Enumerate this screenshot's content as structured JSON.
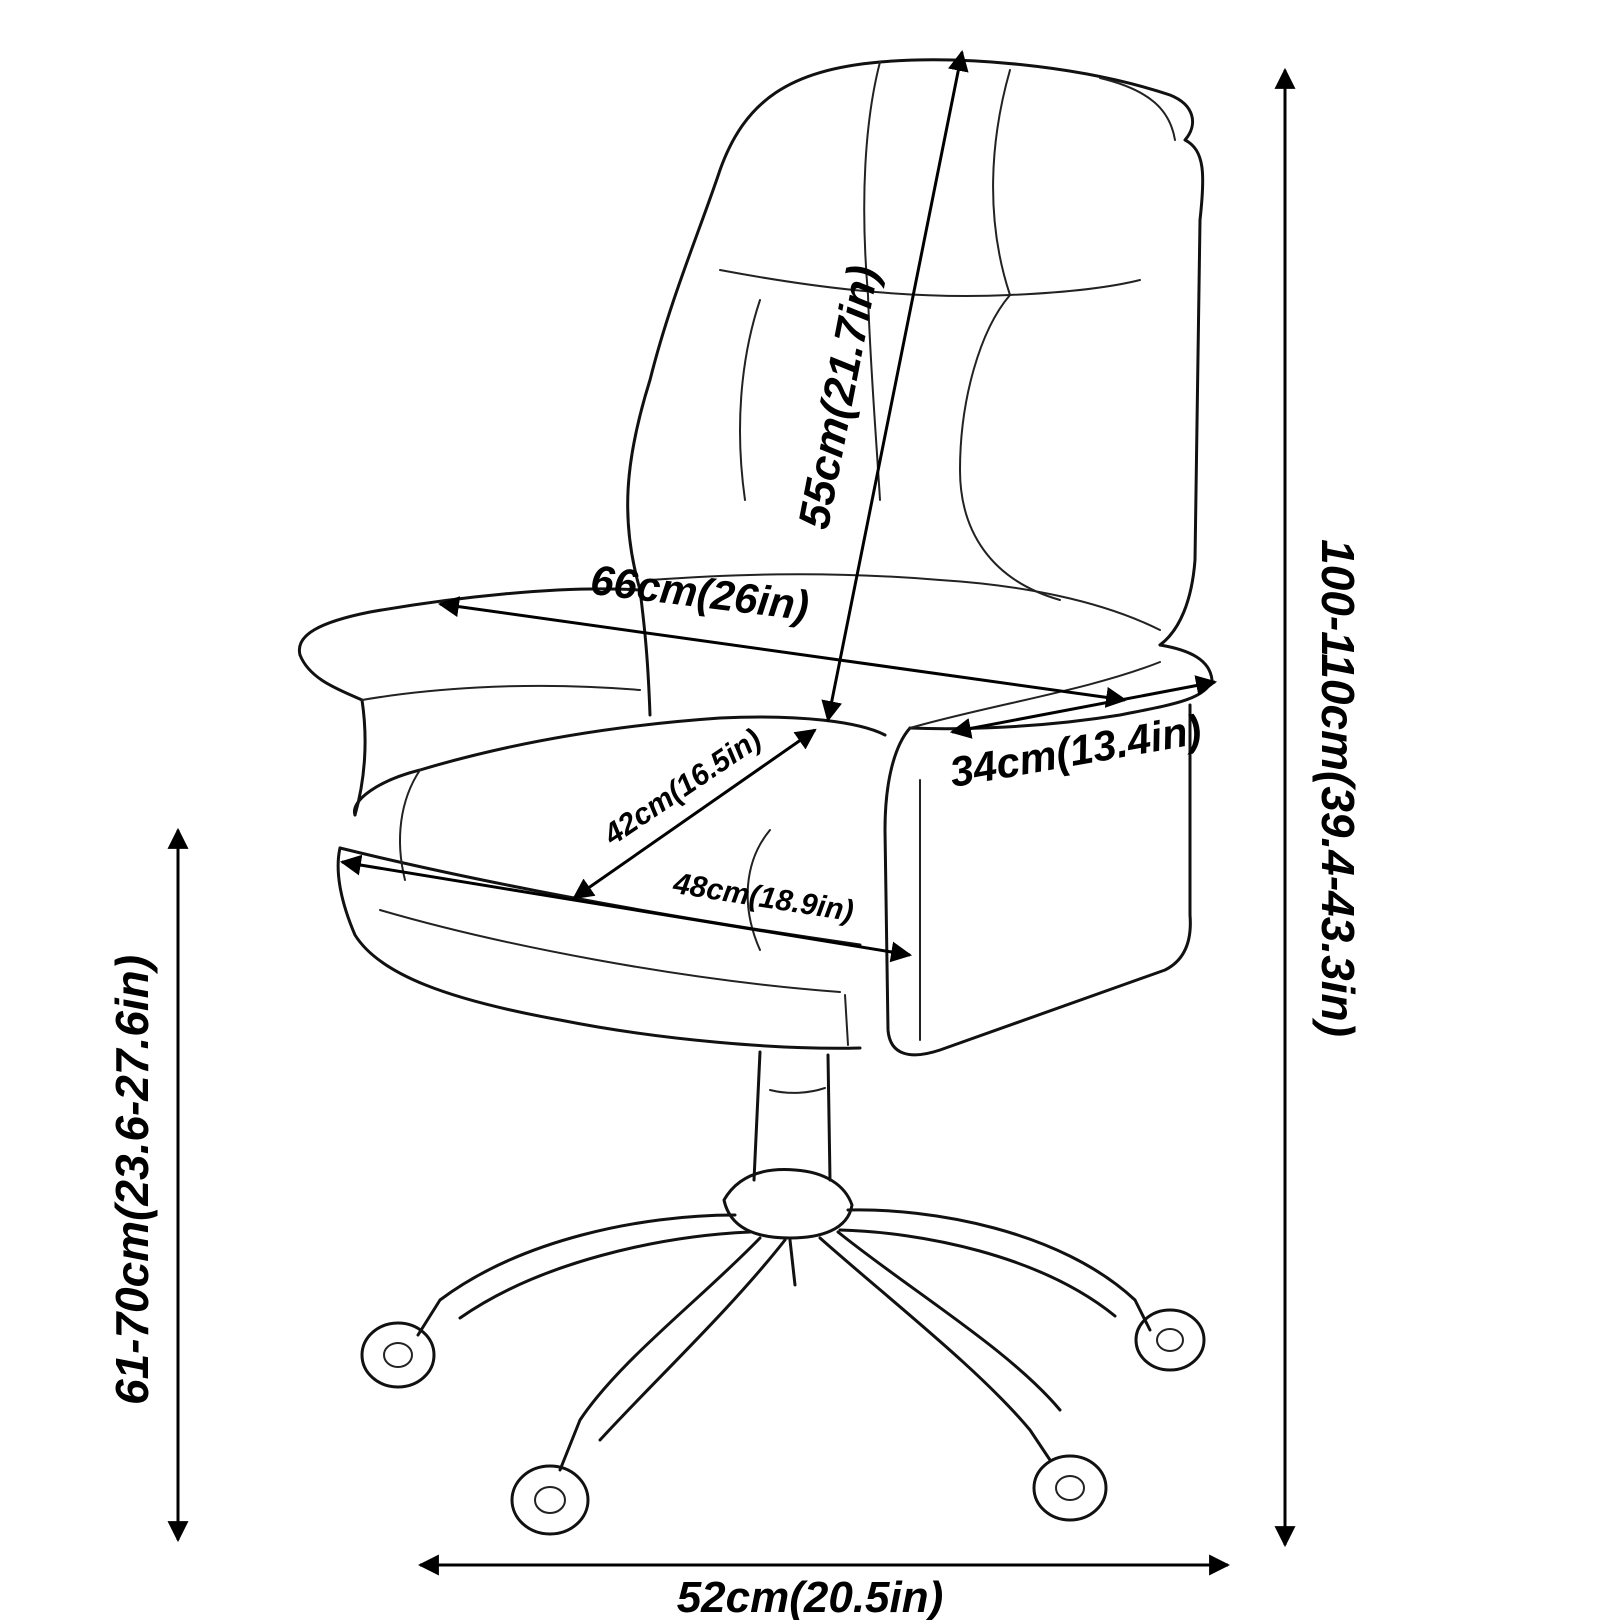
{
  "diagram": {
    "subject": "swivel office chair",
    "colors": {
      "line": "#111111",
      "background": "#ffffff"
    },
    "dimensions": {
      "total_height": "100-110cm(39.4-43.3in)",
      "seat_height": "61-70cm(23.6-27.6in)",
      "base_width": "52cm(20.5in)",
      "overall_width": "66cm(26in)",
      "backrest_height": "55cm(21.7in)",
      "armrest_length": "34cm(13.4in)",
      "seat_depth": "42cm(16.5in)",
      "seat_width": "48cm(18.9in)"
    }
  }
}
